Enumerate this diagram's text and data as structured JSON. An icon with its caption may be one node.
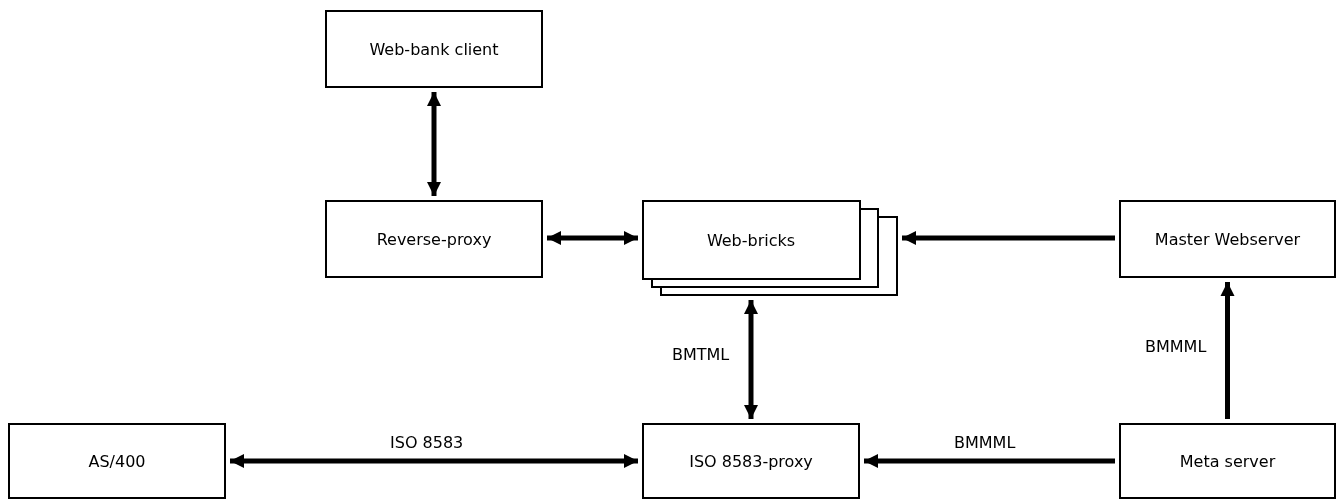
{
  "diagram": {
    "nodes": [
      {
        "text": [
          "Web-bank client"
        ]
      },
      {
        "text": [
          "Reverse-proxy"
        ]
      },
      {
        "text": [
          "Web-bricks"
        ]
      },
      {
        "text": [
          "Master Webserver"
        ]
      },
      {
        "text": [
          "AS/400"
        ]
      },
      {
        "text": [
          "ISO 8583-proxy"
        ]
      },
      {
        "text": [
          "Meta server"
        ]
      }
    ],
    "edges": [
      {
        "from": 0,
        "to": 1,
        "arrow": "both"
      },
      {
        "from": 1,
        "to": 2,
        "arrow": "both"
      },
      {
        "from": 3,
        "to": 2,
        "arrow": "to"
      },
      {
        "from": 2,
        "to": 5,
        "arrow": "both",
        "label": "BMTML"
      },
      {
        "from": 4,
        "to": 5,
        "arrow": "both",
        "label": "ISO 8583"
      },
      {
        "from": 6,
        "to": 5,
        "arrow": "to",
        "label": "BMMML"
      },
      {
        "from": 6,
        "to": 3,
        "arrow": "to",
        "label": "BMMML"
      }
    ]
  }
}
